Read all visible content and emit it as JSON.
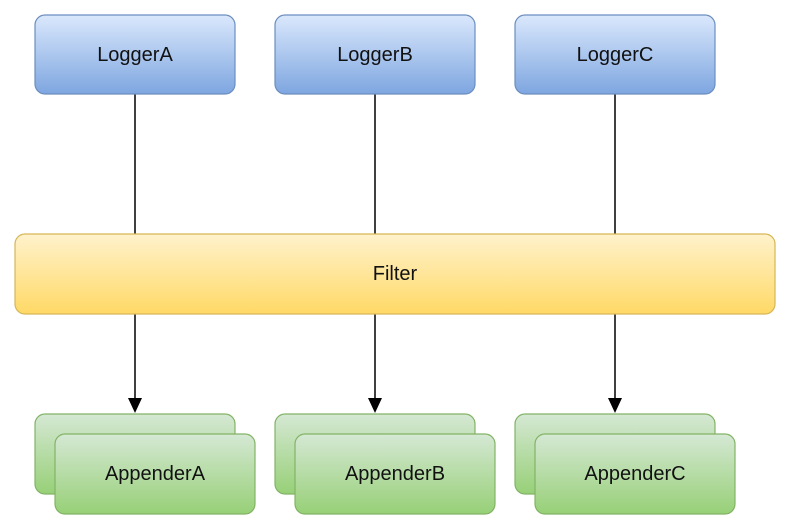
{
  "loggers": [
    {
      "label": "LoggerA"
    },
    {
      "label": "LoggerB"
    },
    {
      "label": "LoggerC"
    }
  ],
  "filter": {
    "label": "Filter"
  },
  "appenders": [
    {
      "label": "AppenderA"
    },
    {
      "label": "AppenderB"
    },
    {
      "label": "AppenderC"
    }
  ],
  "colors": {
    "logger_fill_top": "#dae8fc",
    "logger_fill_bottom": "#7ea6e0",
    "logger_stroke": "#6c8ebf",
    "filter_fill_top": "#fff2cc",
    "filter_fill_bottom": "#ffd966",
    "filter_stroke": "#d6b656",
    "appender_fill_top": "#d5e8d4",
    "appender_fill_bottom": "#97d077",
    "appender_stroke": "#82b366",
    "connector": "#000000"
  }
}
